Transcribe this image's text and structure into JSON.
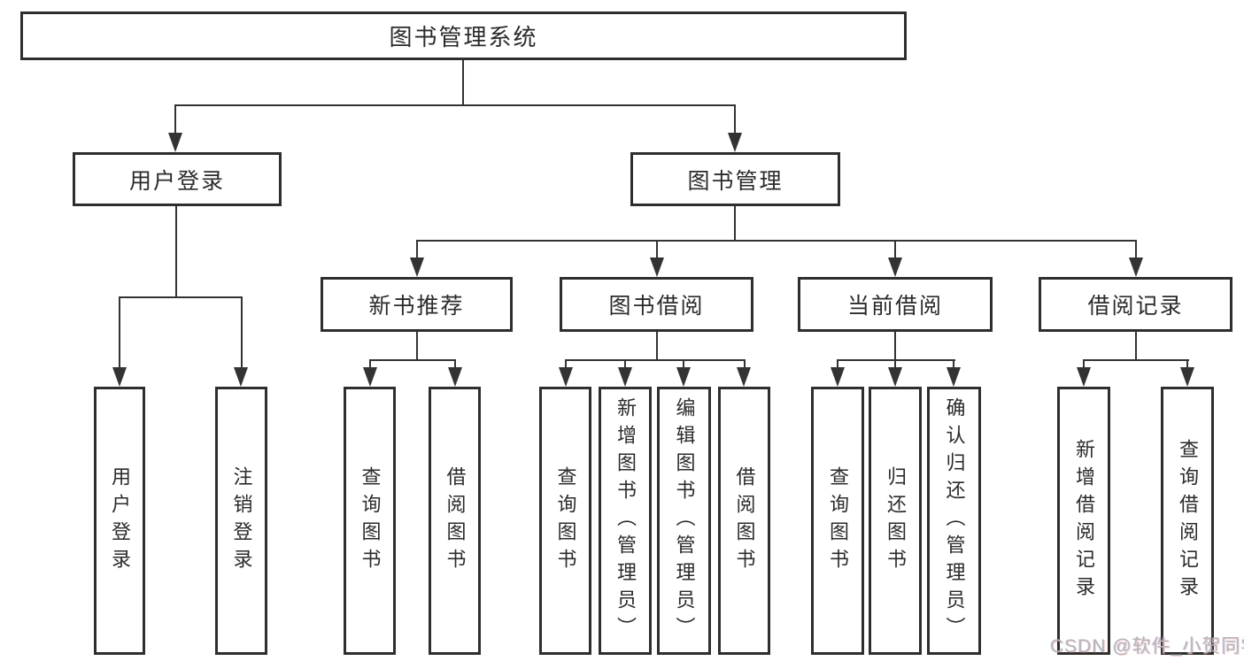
{
  "diagram": {
    "title": "图书管理系统",
    "root": "图书管理系统",
    "level2": {
      "user": "用户登录",
      "books": "图书管理"
    },
    "level3": {
      "newbook": "新书推荐",
      "borrow": "图书借阅",
      "current": "当前借阅",
      "records": "借阅记录"
    },
    "leaves": {
      "user": [
        "用户登录",
        "注销登录"
      ],
      "newbook": [
        "查询图书",
        "借阅图书"
      ],
      "borrow": [
        "查询图书",
        "新增图书（管理员）",
        "编辑图书（管理员）",
        "借阅图书"
      ],
      "current": [
        "查询图书",
        "归还图书",
        "确认归还（管理员）"
      ],
      "records": [
        "新增借阅记录",
        "查询借阅记录"
      ]
    }
  },
  "watermark": "CSDN @软件_小贺同学",
  "colors": {
    "line": "#333333",
    "text": "#2b2b2b",
    "background": "#ffffff",
    "watermark": "#b5b5ba"
  }
}
